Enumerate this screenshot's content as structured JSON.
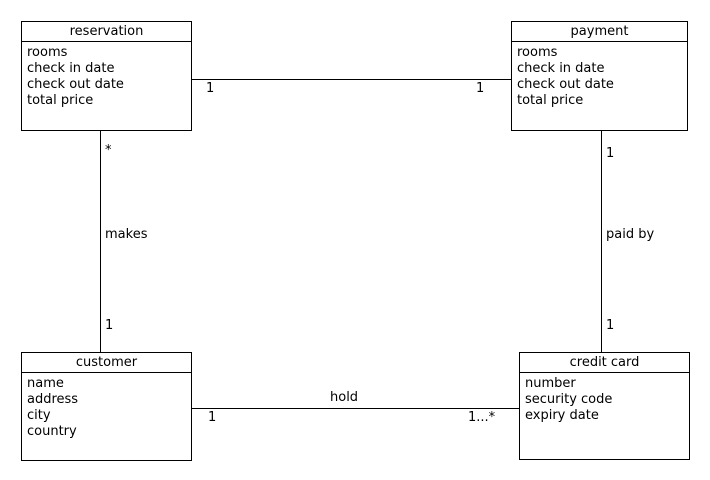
{
  "diagram": {
    "type": "uml-class-diagram",
    "colors": {
      "background": "#ffffff",
      "line": "#000000",
      "text": "#000000"
    },
    "classes": [
      {
        "title": "reservation",
        "attributes": [
          "rooms",
          "check in date",
          "check out date",
          "total price"
        ]
      },
      {
        "title": "payment",
        "attributes": [
          "rooms",
          "check in date",
          "check out date",
          "total price"
        ]
      },
      {
        "title": "customer",
        "attributes": [
          "name",
          "address",
          "city",
          "country"
        ]
      },
      {
        "title": "credit card",
        "attributes": [
          "number",
          "security code",
          "expiry date"
        ]
      }
    ],
    "associations": [
      {
        "from": "reservation",
        "to": "payment",
        "from_mult": "1",
        "to_mult": "1"
      },
      {
        "from": "reservation",
        "to": "customer",
        "label": "makes",
        "from_mult": "*",
        "to_mult": "1"
      },
      {
        "from": "payment",
        "to": "credit card",
        "label": "paid by",
        "from_mult": "1",
        "to_mult": "1"
      },
      {
        "from": "customer",
        "to": "credit card",
        "label": "hold",
        "from_mult": "1",
        "to_mult": "1...*"
      }
    ]
  }
}
